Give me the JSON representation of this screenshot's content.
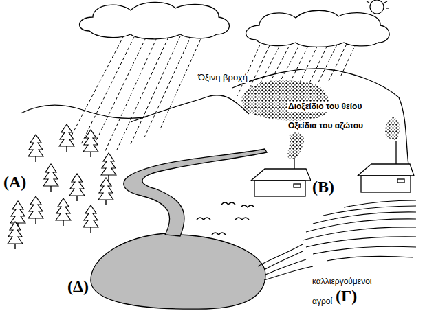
{
  "diagram": {
    "labels": [
      "Όξινη βροχή",
      "Διοξείδιο του θείου",
      "Οξείδια του αζώτου",
      "(Α)",
      "(Β)",
      "καλλιεργούμενοι αγροί",
      "(Γ)",
      "(Δ)"
    ]
  }
}
